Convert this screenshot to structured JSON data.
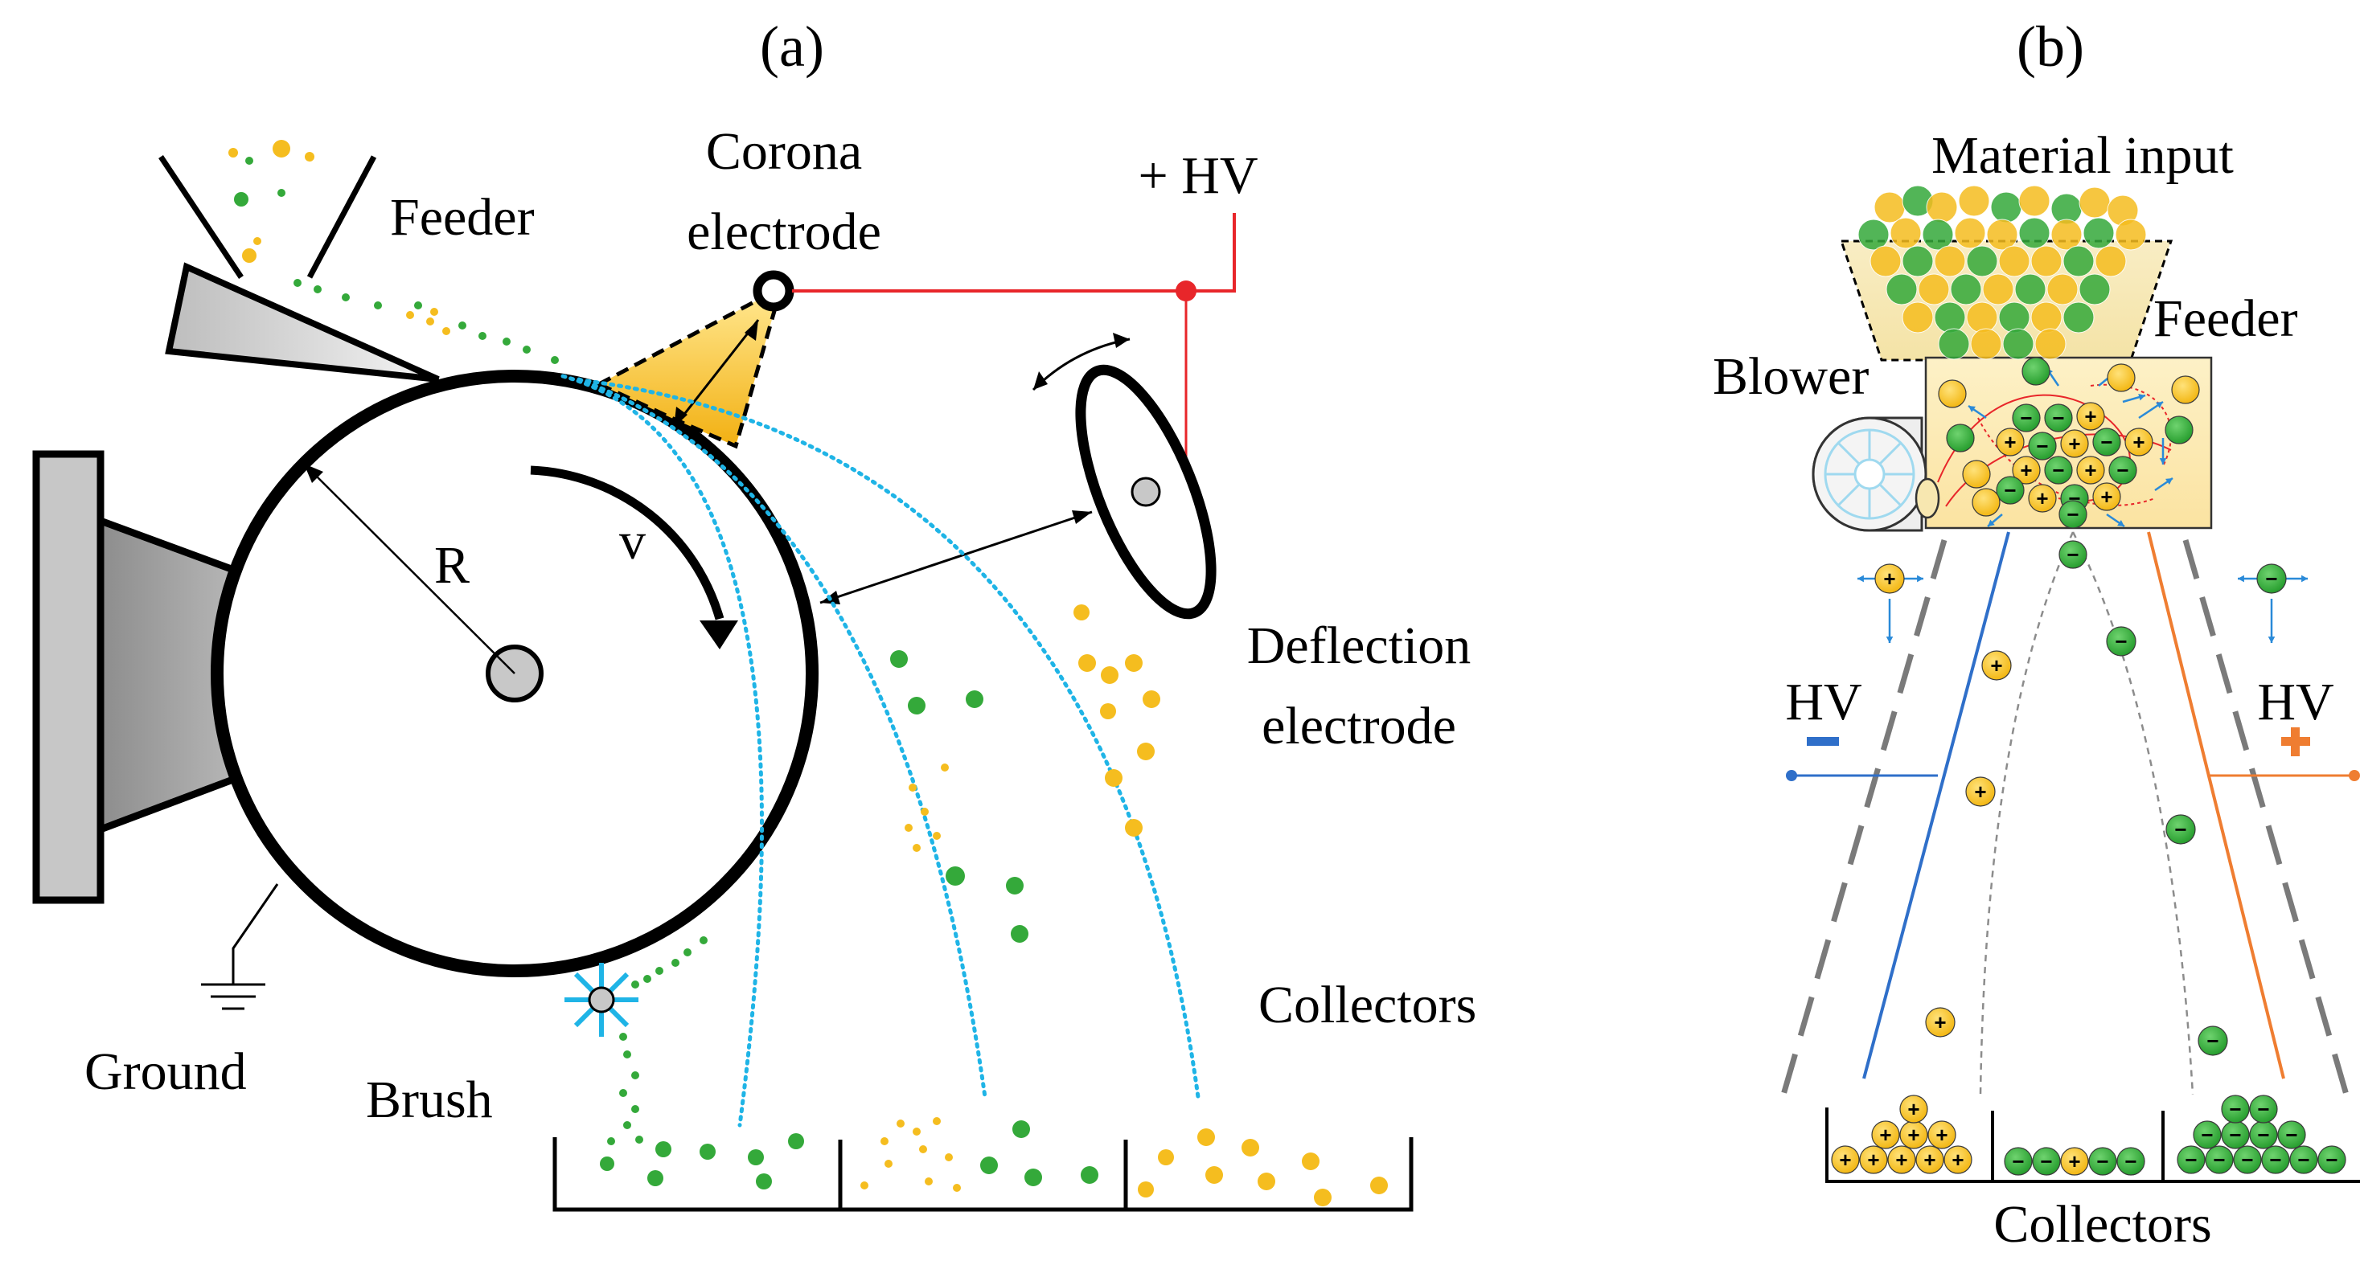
{
  "panel_a": {
    "caption": "(a)",
    "labels": {
      "feeder": "Feeder",
      "corona_line1": "Corona",
      "corona_line2": "electrode",
      "hv": "+ HV",
      "deflection_line1": "Deflection",
      "deflection_line2": "electrode",
      "radius": "R",
      "velocity": "v",
      "collectors": "Collectors",
      "ground": "Ground",
      "brush": "Brush"
    }
  },
  "panel_b": {
    "caption": "(b)",
    "labels": {
      "material_input": "Material input",
      "feeder": "Feeder",
      "blower": "Blower",
      "hv_left": "HV",
      "hv_right": "HV",
      "collectors": "Collectors"
    },
    "signs": {
      "positive": "+",
      "negative": "−"
    }
  },
  "colors": {
    "conductor": "#f5bd1f",
    "non_conductor": "#34a93a",
    "hv_wire": "#e8262a",
    "trajectory": "#1fb4e6",
    "negative_electrode": "#2f6fc9",
    "positive_electrode": "#ef7d31"
  }
}
